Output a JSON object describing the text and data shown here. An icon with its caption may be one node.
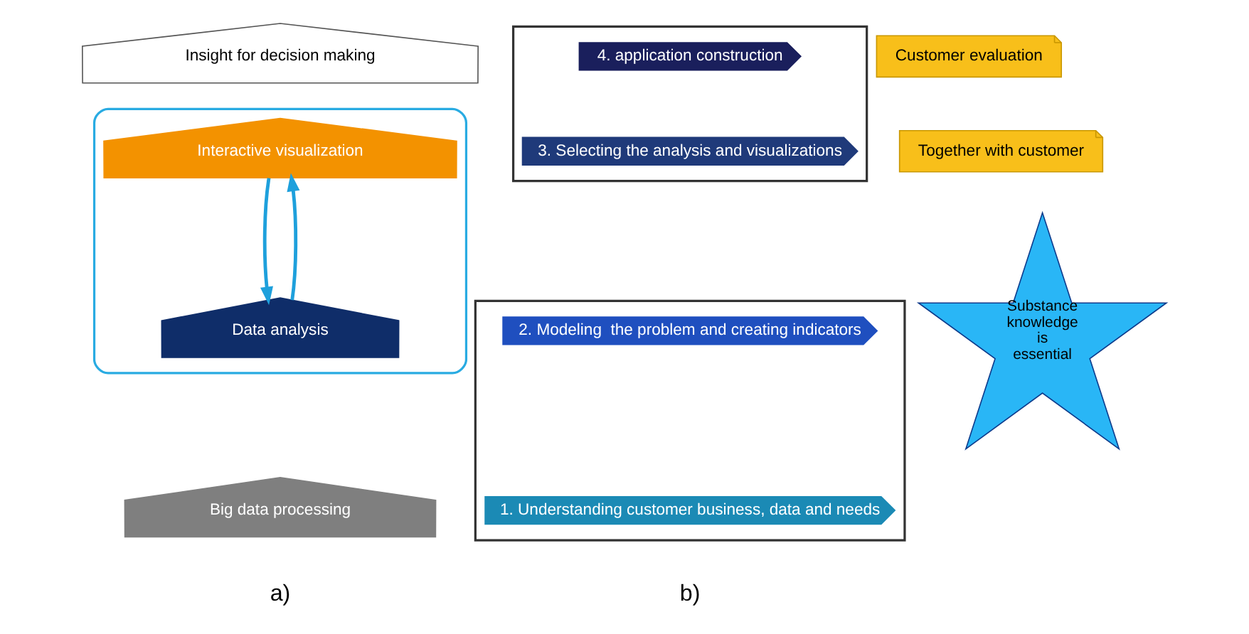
{
  "diagram": {
    "nodes": [
      {
        "text": [
          "Insight for decision making"
        ]
      },
      {
        "text": [],
        "shape": "box"
      },
      {
        "text": [
          "Interactive visualization"
        ],
        "in": 1
      },
      {
        "text": [
          "Data analysis"
        ],
        "in": 1
      },
      {
        "text": [
          "Big data processing"
        ]
      },
      {
        "text": [],
        "shape": "box"
      },
      {
        "text": [
          "4. application construction"
        ],
        "in": 5
      },
      {
        "text": [
          "Customer evaluation"
        ]
      },
      {
        "text": [
          "3. Selecting the analysis and visualizations"
        ],
        "in": 5
      },
      {
        "text": [],
        "shape": "box"
      },
      {
        "text": [
          "Together with customer"
        ]
      },
      {
        "text": [
          "2. Modeling  the problem and creating indicators"
        ],
        "in": 9
      },
      {
        "text": [
          "Substance knowledge is essential"
        ]
      },
      {
        "text": [
          "1. Understanding customer business, data and needs"
        ],
        "in": 9
      }
    ],
    "edges": [
      {
        "from": 2,
        "to": 3,
        "arrow": "to"
      },
      {
        "from": 3,
        "to": 2,
        "arrow": "to"
      }
    ],
    "labels": [
      "a)",
      "b)"
    ]
  }
}
